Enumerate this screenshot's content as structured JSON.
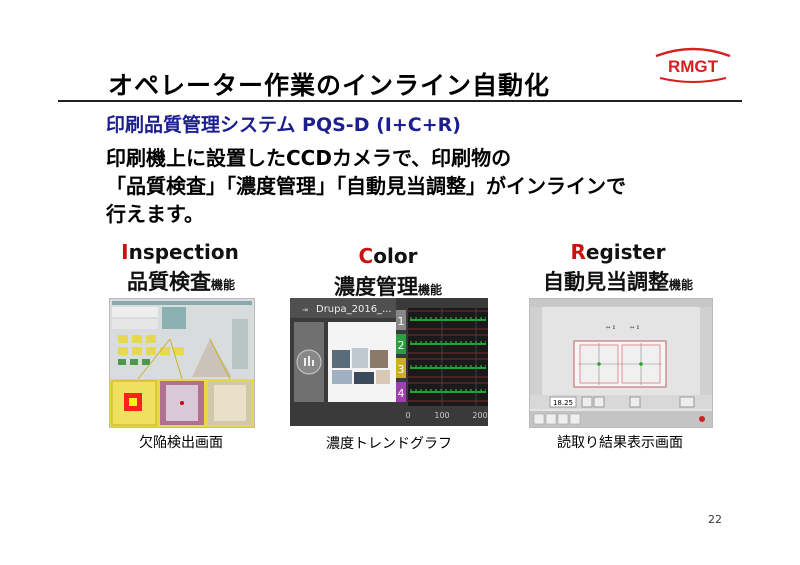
{
  "logo": {
    "text": "RMGT",
    "color": "#d42020"
  },
  "title": "オペレーター作業のインライン自動化",
  "subtitle": "印刷品質管理システム PQS-D (I+C+R)",
  "body": [
    "印刷機上に設置したCCDカメラで、印刷物の",
    "「品質検査」「濃度管理」「自動見当調整」がインラインで",
    "行えます。"
  ],
  "features": [
    {
      "initial": "I",
      "rest": "nspection",
      "name": "品質検査",
      "suffix": "機能",
      "caption": "欠陥検出画面"
    },
    {
      "initial": "C",
      "rest": "olor",
      "name": "濃度管理",
      "suffix": "機能",
      "caption": "濃度トレンドグラフ",
      "screen": {
        "job": "Drupa_2016_...",
        "channels": [
          "1",
          "2",
          "3",
          "4"
        ],
        "axis_ticks": [
          "0",
          "100",
          "200"
        ]
      }
    },
    {
      "initial": "R",
      "rest": "egister",
      "name": "自動見当調整",
      "suffix": "機能",
      "caption": "読取り結果表示画面",
      "screen": {
        "value": "18.25"
      }
    }
  ],
  "colors": {
    "accent_red": "#cc1010",
    "subtitle_blue": "#1c1f8f"
  },
  "page_number": "22"
}
